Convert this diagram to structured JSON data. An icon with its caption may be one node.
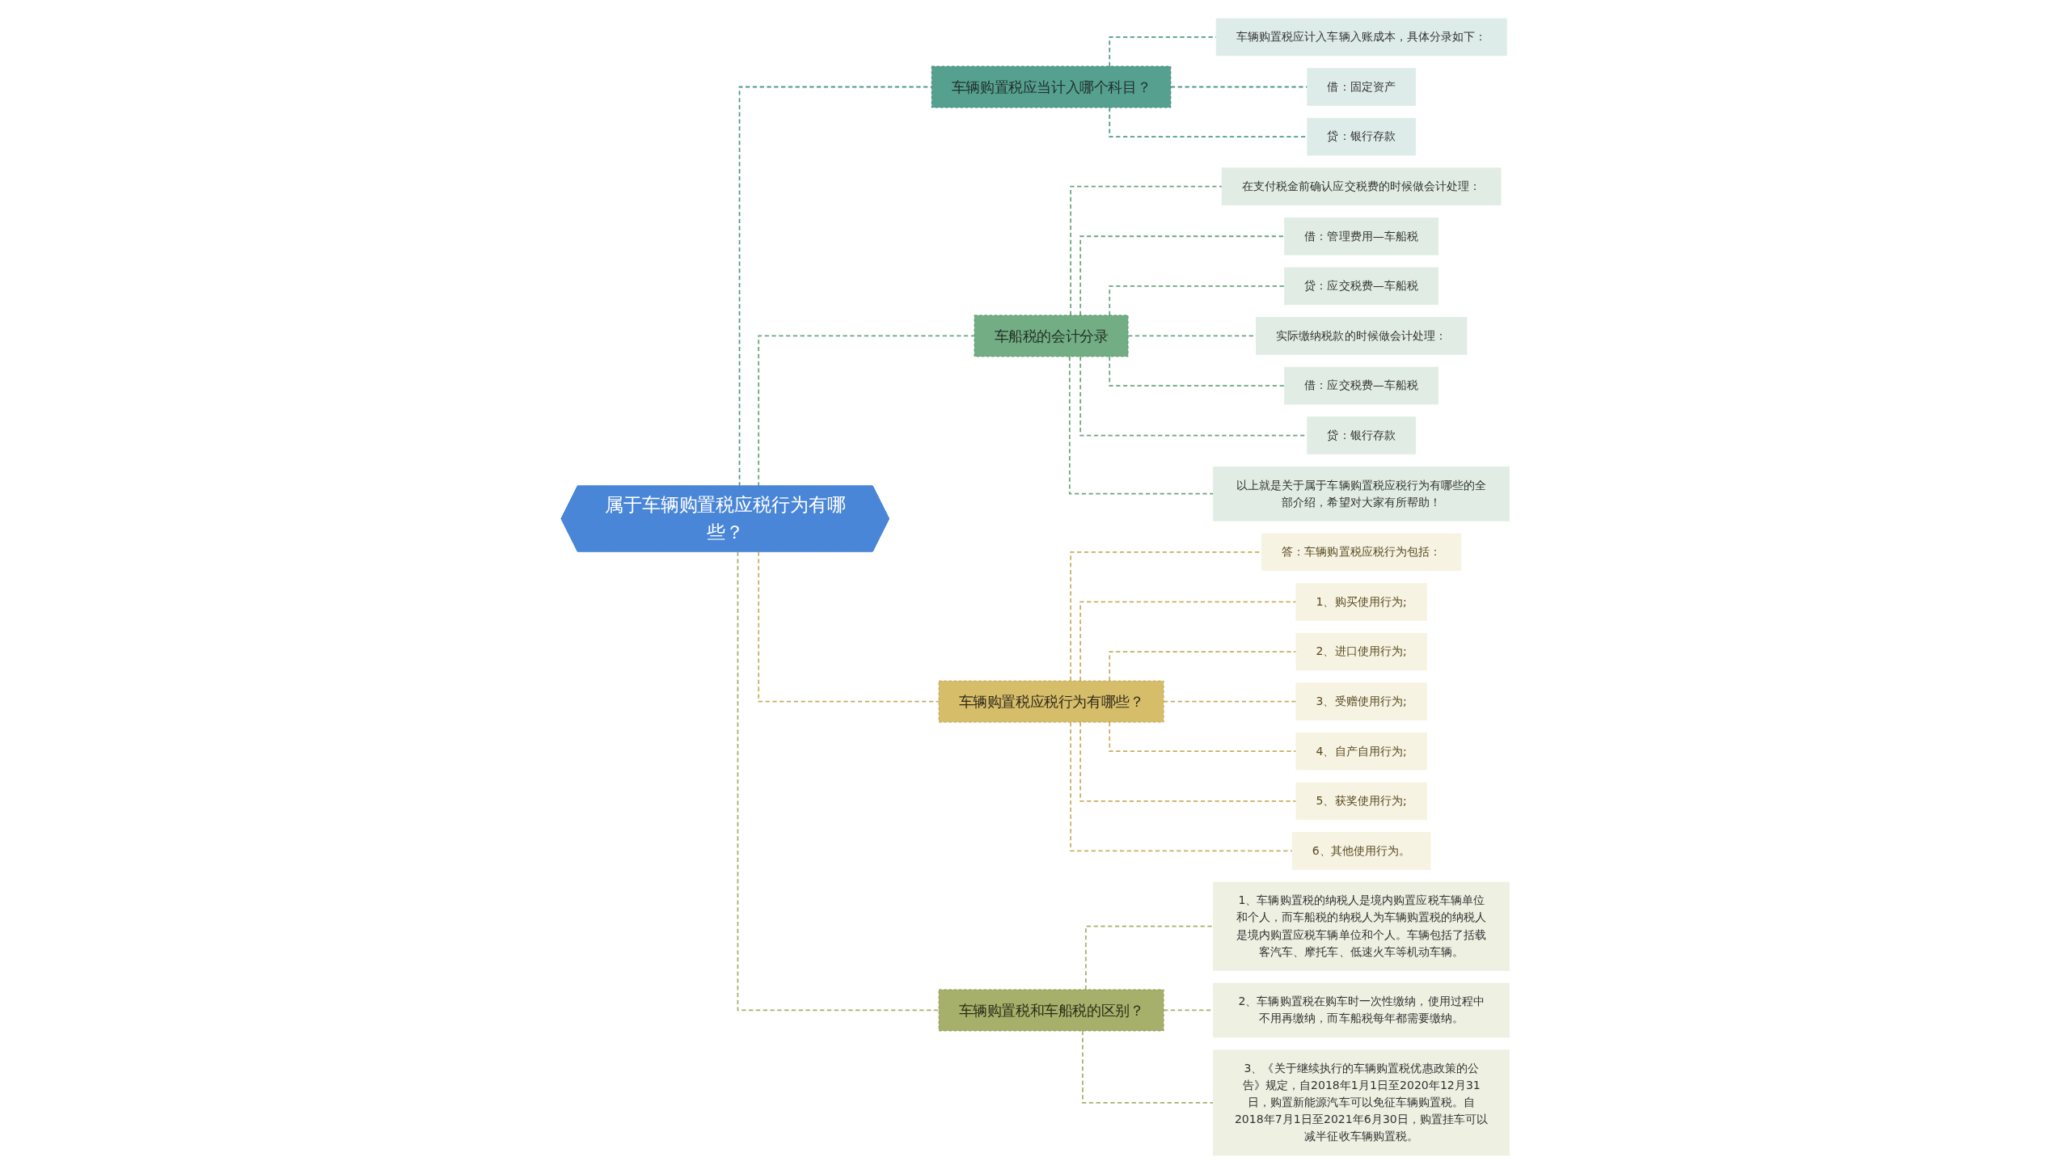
{
  "diagram": {
    "nodes": [
      {
        "text": [
          "属于车辆购置税应税行为有哪些？"
        ]
      },
      {
        "text": [
          "车辆购置税应当计入哪个科目？"
        ]
      },
      {
        "text": [
          "车辆购置税应计入车辆入账成本，具体分录如下："
        ]
      },
      {
        "text": [
          "借：固定资产"
        ]
      },
      {
        "text": [
          "贷：银行存款"
        ]
      },
      {
        "text": [
          "车船税的会计分录"
        ]
      },
      {
        "text": [
          "在支付税金前确认应交税费的时候做会计处理："
        ]
      },
      {
        "text": [
          "借：管理费用—车船税"
        ]
      },
      {
        "text": [
          "贷：应交税费—车船税"
        ]
      },
      {
        "text": [
          "实际缴纳税款的时候做会计处理："
        ]
      },
      {
        "text": [
          "借：应交税费—车船税"
        ]
      },
      {
        "text": [
          "贷：银行存款"
        ]
      },
      {
        "text": [
          "以上就是关于属于车辆购置税应税行为有哪些的全部介绍，希望对大家有所帮助！"
        ]
      },
      {
        "text": [
          "车辆购置税应税行为有哪些？"
        ]
      },
      {
        "text": [
          "答：车辆购置税应税行为包括："
        ]
      },
      {
        "text": [
          "1、购买使用行为;"
        ]
      },
      {
        "text": [
          "2、进口使用行为;"
        ]
      },
      {
        "text": [
          "3、受赠使用行为;"
        ]
      },
      {
        "text": [
          "4、自产自用行为;"
        ]
      },
      {
        "text": [
          "5、获奖使用行为;"
        ]
      },
      {
        "text": [
          "6、其他使用行为。"
        ]
      },
      {
        "text": [
          "车辆购置税和车船税的区别？"
        ]
      },
      {
        "text": [
          "1、车辆购置税的纳税人是境内购置应税车辆单位和个人，而车船税的纳税人为车辆购置税的纳税人是境内购置应税车辆单位和个人。车辆包括了括载客汽车、摩托车、低速火车等机动车辆。"
        ]
      },
      {
        "text": [
          "2、车辆购置税在购车时一次性缴纳，使用过程中不用再缴纳，而车船税每年都需要缴纳。"
        ]
      },
      {
        "text": [
          "3、《关于继续执行的车辆购置税优惠政策的公告》规定，自2018年1月1日至2020年12月31日，购置新能源汽车可以免征车辆购置税。自2018年7月1日至2021年6月30日，购置挂车可以减半征收车辆购置税。"
        ]
      }
    ],
    "edges": [
      {
        "from": 0,
        "to": 1,
        "arrow": "none",
        "style": "dashed",
        "color": "#4f9a8a"
      },
      {
        "from": 1,
        "to": 2,
        "arrow": "none",
        "style": "dashed",
        "color": "#4f9a8a"
      },
      {
        "from": 1,
        "to": 3,
        "arrow": "none",
        "style": "dashed",
        "color": "#4f9a8a"
      },
      {
        "from": 1,
        "to": 4,
        "arrow": "none",
        "style": "dashed",
        "color": "#4f9a8a"
      },
      {
        "from": 0,
        "to": 5,
        "arrow": "none",
        "style": "dashed",
        "color": "#6aa57f"
      },
      {
        "from": 5,
        "to": 6,
        "arrow": "none",
        "style": "dashed",
        "color": "#6aa57f"
      },
      {
        "from": 5,
        "to": 7,
        "arrow": "none",
        "style": "dashed",
        "color": "#6aa57f"
      },
      {
        "from": 5,
        "to": 8,
        "arrow": "none",
        "style": "dashed",
        "color": "#6aa57f"
      },
      {
        "from": 5,
        "to": 9,
        "arrow": "none",
        "style": "dashed",
        "color": "#6aa57f"
      },
      {
        "from": 5,
        "to": 10,
        "arrow": "none",
        "style": "dashed",
        "color": "#6aa57f"
      },
      {
        "from": 5,
        "to": 11,
        "arrow": "none",
        "style": "dashed",
        "color": "#6aa57f"
      },
      {
        "from": 5,
        "to": 12,
        "arrow": "none",
        "style": "dashed",
        "color": "#6aa57f"
      },
      {
        "from": 0,
        "to": 13,
        "arrow": "none",
        "style": "dashed",
        "color": "#c8b060"
      },
      {
        "from": 13,
        "to": 14,
        "arrow": "none",
        "style": "dashed",
        "color": "#c8b060"
      },
      {
        "from": 13,
        "to": 15,
        "arrow": "none",
        "style": "dashed",
        "color": "#c8b060"
      },
      {
        "from": 13,
        "to": 16,
        "arrow": "none",
        "style": "dashed",
        "color": "#c8b060"
      },
      {
        "from": 13,
        "to": 17,
        "arrow": "none",
        "style": "dashed",
        "color": "#c8b060"
      },
      {
        "from": 13,
        "to": 18,
        "arrow": "none",
        "style": "dashed",
        "color": "#c8b060"
      },
      {
        "from": 13,
        "to": 19,
        "arrow": "none",
        "style": "dashed",
        "color": "#c8b060"
      },
      {
        "from": 13,
        "to": 20,
        "arrow": "none",
        "style": "dashed",
        "color": "#c8b060"
      },
      {
        "from": 0,
        "to": 21,
        "arrow": "none",
        "style": "dashed",
        "color": "#a6b06a"
      },
      {
        "from": 21,
        "to": 22,
        "arrow": "none",
        "style": "dashed",
        "color": "#a6b06a"
      },
      {
        "from": 21,
        "to": 23,
        "arrow": "none",
        "style": "dashed",
        "color": "#a6b06a"
      },
      {
        "from": 21,
        "to": 24,
        "arrow": "none",
        "style": "dashed",
        "color": "#a6b06a"
      }
    ]
  }
}
